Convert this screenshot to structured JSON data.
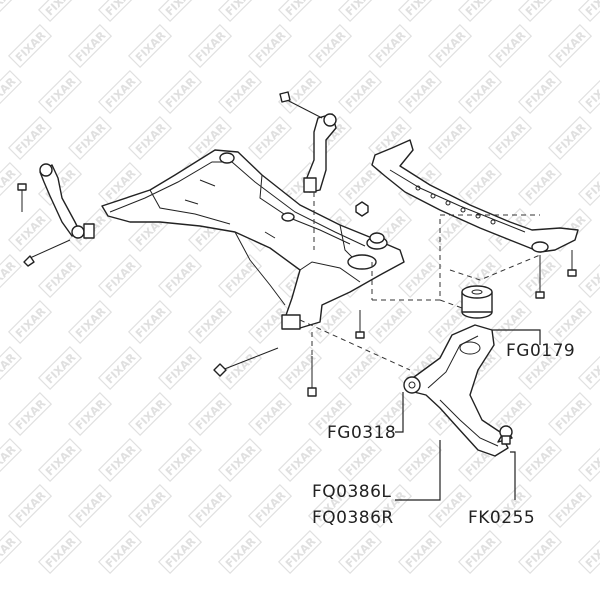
{
  "watermark": {
    "text": "FIXAR"
  },
  "colors": {
    "line": "#222222",
    "watermark": "#d9d9d9",
    "background": "#ffffff"
  },
  "labels": {
    "bushing": "FG0179",
    "arm_bushing": "FG0318",
    "arm_left": "FQ0386L",
    "arm_right": "FQ0386R",
    "ball_joint": "FK0255"
  }
}
